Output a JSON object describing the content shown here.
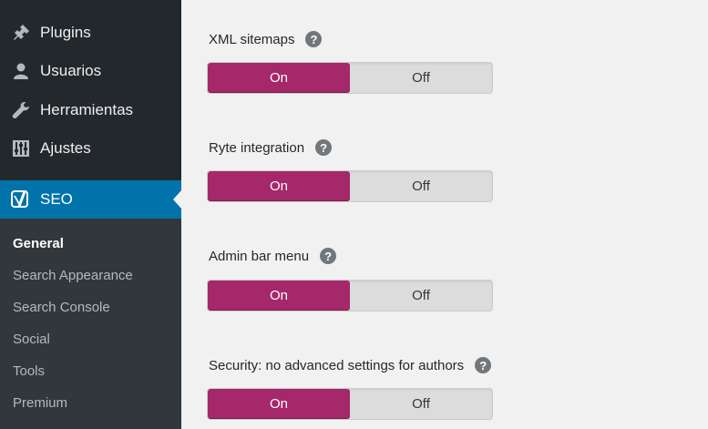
{
  "sidebar": {
    "items": [
      {
        "label": "Plugins",
        "icon": "plugin-icon"
      },
      {
        "label": "Usuarios",
        "icon": "user-icon"
      },
      {
        "label": "Herramientas",
        "icon": "wrench-icon"
      },
      {
        "label": "Ajustes",
        "icon": "settings-sliders-icon"
      },
      {
        "label": "SEO",
        "icon": "yoast-icon",
        "active": true
      }
    ],
    "submenu": [
      {
        "label": "General",
        "current": true
      },
      {
        "label": "Search Appearance"
      },
      {
        "label": "Search Console"
      },
      {
        "label": "Social"
      },
      {
        "label": "Tools"
      },
      {
        "label": "Premium"
      }
    ]
  },
  "settings": [
    {
      "title": "XML sitemaps",
      "on_label": "On",
      "off_label": "Off",
      "value": "On",
      "help": "?"
    },
    {
      "title": "Ryte integration",
      "on_label": "On",
      "off_label": "Off",
      "value": "On",
      "help": "?"
    },
    {
      "title": "Admin bar menu",
      "on_label": "On",
      "off_label": "Off",
      "value": "On",
      "help": "?"
    },
    {
      "title": "Security: no advanced settings for authors",
      "on_label": "On",
      "off_label": "Off",
      "value": "On",
      "help": "?"
    }
  ],
  "colors": {
    "sidebar_bg": "#23282d",
    "submenu_bg": "#32373c",
    "active_blue": "#0073aa",
    "toggle_on": "#a4286a",
    "page_bg": "#f1f1f1"
  }
}
